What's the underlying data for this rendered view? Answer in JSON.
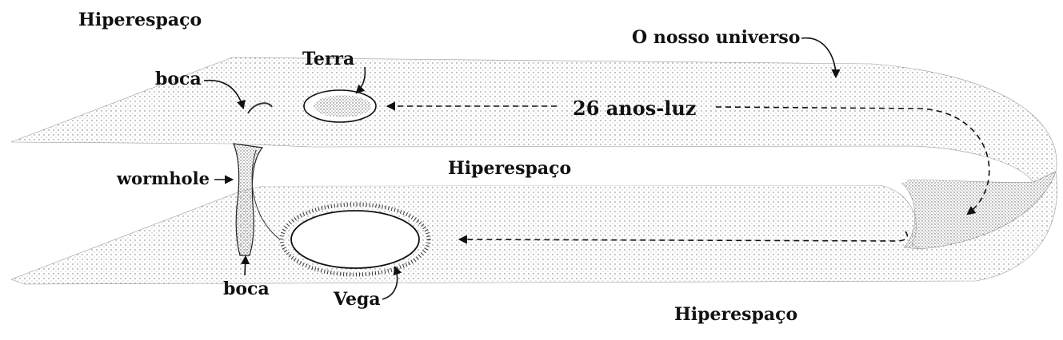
{
  "labels": {
    "hyperspace_top": "Hiperespaço",
    "hyperspace_middle": "Hiperespaço",
    "hyperspace_bottom": "Hiperespaço",
    "our_universe": "O nosso universo",
    "earth": "Terra",
    "distance": "26  anos-luz",
    "mouth_top": "boca",
    "mouth_bottom": "boca",
    "wormhole": "wormhole",
    "vega": "Vega"
  },
  "colors": {
    "ink": "#111111",
    "stipple": "#7a7a7a",
    "paper": "#ffffff"
  }
}
